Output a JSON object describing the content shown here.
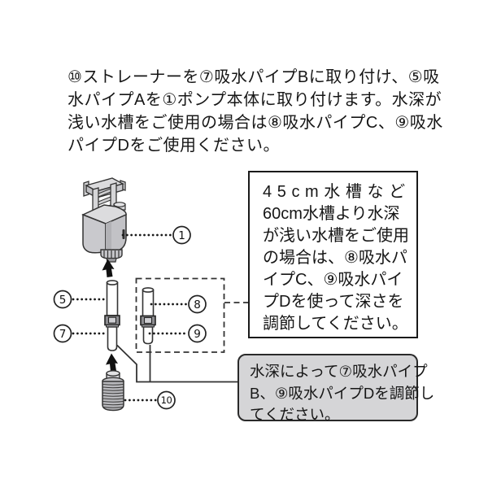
{
  "instruction_text": {
    "lines": [
      "⑩ストレーナーを⑦吸水パイプBに取り付け、⑤吸",
      "水パイプAを①ポンプ本体に取り付けます。水深が",
      "浅い水槽をご使用の場合は⑧吸水パイプC、⑨吸水",
      "パイプDをご使用ください。"
    ]
  },
  "diagram": {
    "labels": {
      "pump": "1",
      "pipe_a": "5",
      "pipe_b": "7",
      "pipe_c": "8",
      "pipe_d": "9",
      "strainer": "10"
    },
    "colors": {
      "part_fill_light": "#dcdcde",
      "part_fill_mid": "#c9c9cd",
      "part_fill_dark": "#b8b8bc",
      "outline": "#333333",
      "note_box_bg": "#d5d5d7"
    }
  },
  "note_shallow_tank": {
    "lines": [
      "45cm水槽など",
      "60cm水槽より水深",
      "が浅い水槽をご使用",
      "の場合は、⑧吸水パ",
      "イプC、⑨吸水パイ",
      "プDを使って深さを",
      "調節してください。"
    ]
  },
  "note_depth_adjust": {
    "lines": [
      "水深によって⑦吸水パイプ",
      "B、⑨吸水パイプDを調節し",
      "てください。"
    ]
  }
}
